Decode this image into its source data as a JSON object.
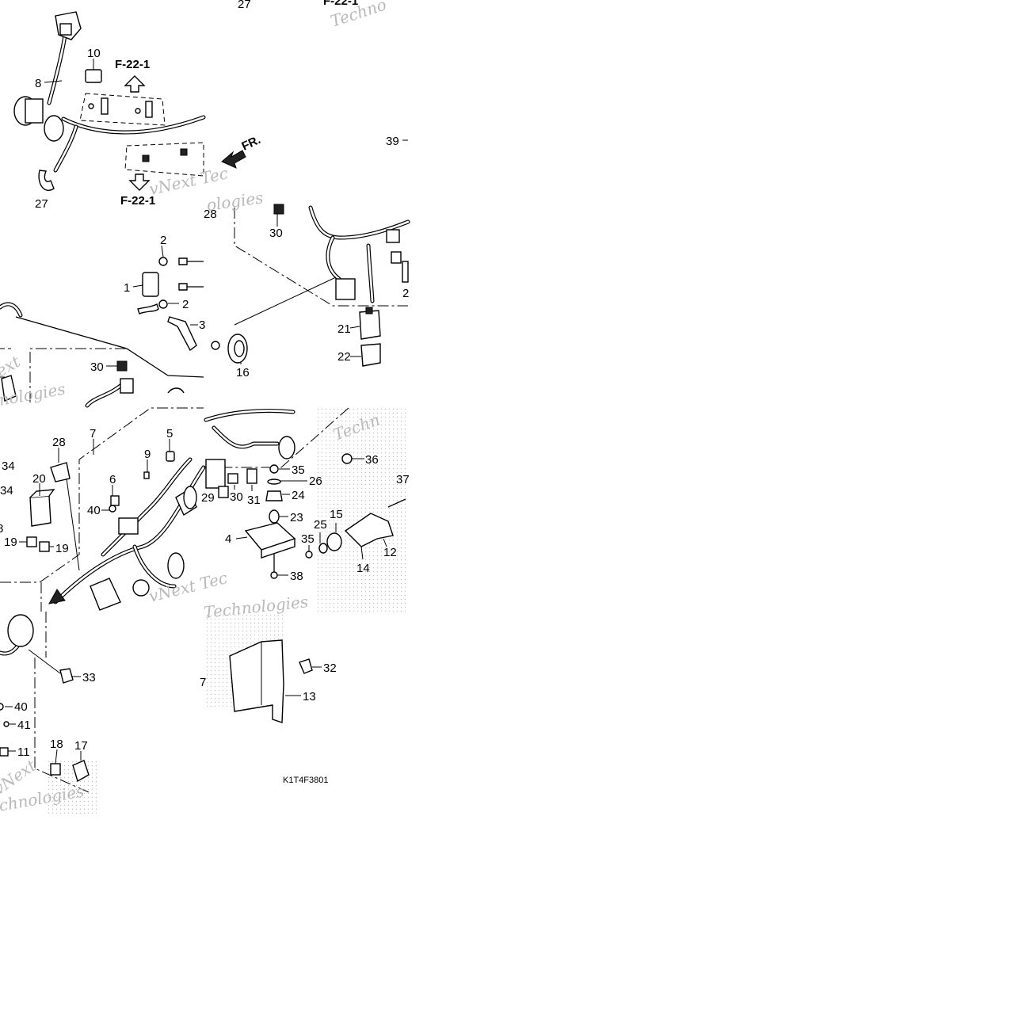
{
  "diagram": {
    "ref_labels": [
      "F-22-1",
      "F-22-1",
      "F-22-1"
    ],
    "direction_label": "FR.",
    "diagram_code": "K1T4F3801",
    "watermark_text": [
      "vNext Tec",
      "Techno",
      "nologies",
      "Technologies",
      "Techn",
      "vNext",
      "vNext Tec",
      "ext",
      "chnologies",
      "ologies"
    ],
    "callouts": [
      "27",
      "10",
      "8",
      "39",
      "27",
      "28",
      "2",
      "1",
      "2",
      "3",
      "30",
      "30",
      "21",
      "22",
      "16",
      "2",
      "28",
      "7",
      "5",
      "9",
      "6",
      "40",
      "20",
      "34",
      "34",
      "8",
      "19",
      "19",
      "36",
      "35",
      "26",
      "37",
      "24",
      "23",
      "29",
      "30",
      "31",
      "4",
      "15",
      "25",
      "35",
      "12",
      "14",
      "38",
      "33",
      "40",
      "41",
      "11",
      "18",
      "17",
      "32",
      "13",
      "7"
    ]
  }
}
